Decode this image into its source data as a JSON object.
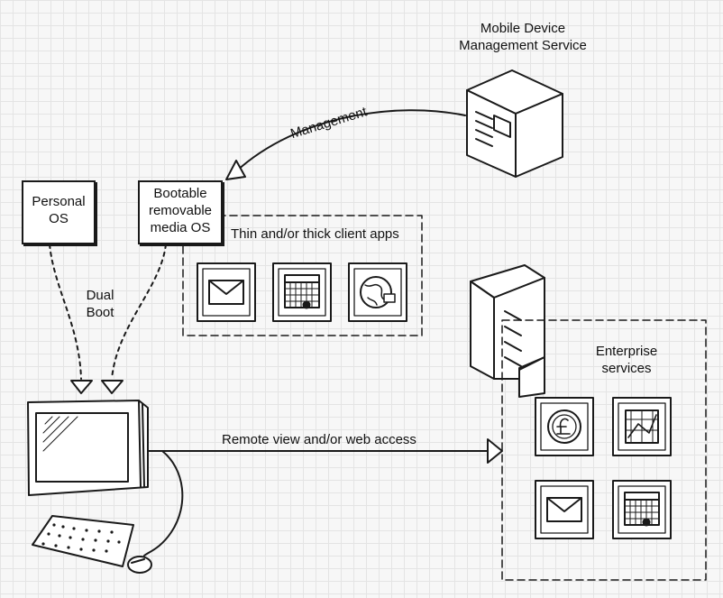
{
  "nodes": {
    "mdm_service": "Mobile Device\nManagement Service",
    "personal_os": "Personal\nOS",
    "bootable_os": "Bootable\nremovable\nmedia OS",
    "client_apps": "Thin and/or thick client apps",
    "enterprise_services": "Enterprise\nservices"
  },
  "edges": {
    "management": "Management",
    "dual_boot": "Dual\nBoot",
    "remote_access": "Remote view and/or web access"
  },
  "icons": {
    "client_apps": [
      "mail-icon",
      "calendar-icon",
      "globe-icon"
    ],
    "enterprise_services": [
      "currency-coin-icon",
      "map-icon",
      "mail-icon",
      "calendar-icon"
    ],
    "devices": [
      "server-icon",
      "server-rack-icon",
      "monitor-icon",
      "keyboard-icon",
      "mouse-icon"
    ]
  }
}
